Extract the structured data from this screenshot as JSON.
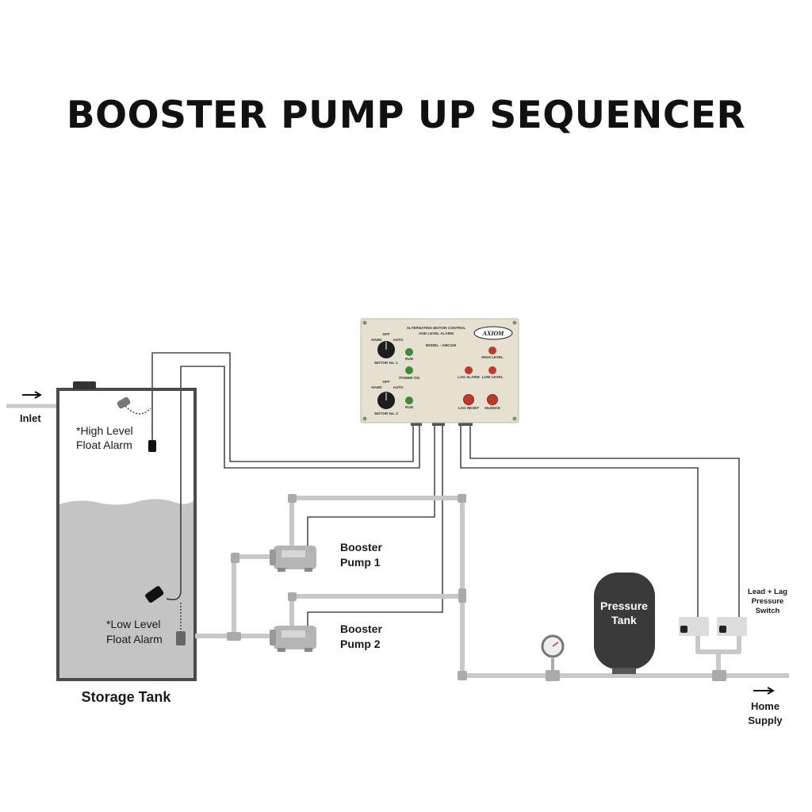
{
  "title": "BOOSTER PUMP UP SEQUENCER",
  "inlet_label": "Inlet",
  "storage_tank": {
    "label": "Storage Tank",
    "high_float_label": [
      "*High Level",
      "Float Alarm"
    ],
    "low_float_label": [
      "*Low Level",
      "Float Alarm"
    ]
  },
  "pumps": {
    "pump1_label": [
      "Booster",
      "Pump 1"
    ],
    "pump2_label": [
      "Booster",
      "Pump 2"
    ]
  },
  "pressure_tank_label": [
    "Pressure",
    "Tank"
  ],
  "pressure_switch_label": [
    "Lead + Lag",
    "Pressure",
    "Switch"
  ],
  "home_supply_label": [
    "Home",
    "Supply"
  ],
  "control_panel": {
    "heading": [
      "ALTERNATING MOTOR CONTROL",
      "AND LEVEL ALARM"
    ],
    "brand": "AXIOM",
    "model": "MODEL : AMC100",
    "knob_labels": {
      "off": "OFF",
      "hand": "HAND",
      "auto": "AUTO"
    },
    "motor1": "MOTOR No. 1",
    "motor2": "MOTOR No. 2",
    "run": "RUN",
    "power_on": "POWER ON",
    "high_level": "HIGH LEVEL",
    "lag_alarm": "LAG ALARM",
    "low_level": "LOW LEVEL",
    "lag_reset": "LAG RESET",
    "silence": "SILENCE"
  },
  "colors": {
    "pipe": "#c8c8c8",
    "wire": "#4a4a4a",
    "tank_water": "#c4c4c4",
    "panel": "#e6e0d0",
    "green_light": "#3c8a3c",
    "red_light": "#c0392b"
  }
}
